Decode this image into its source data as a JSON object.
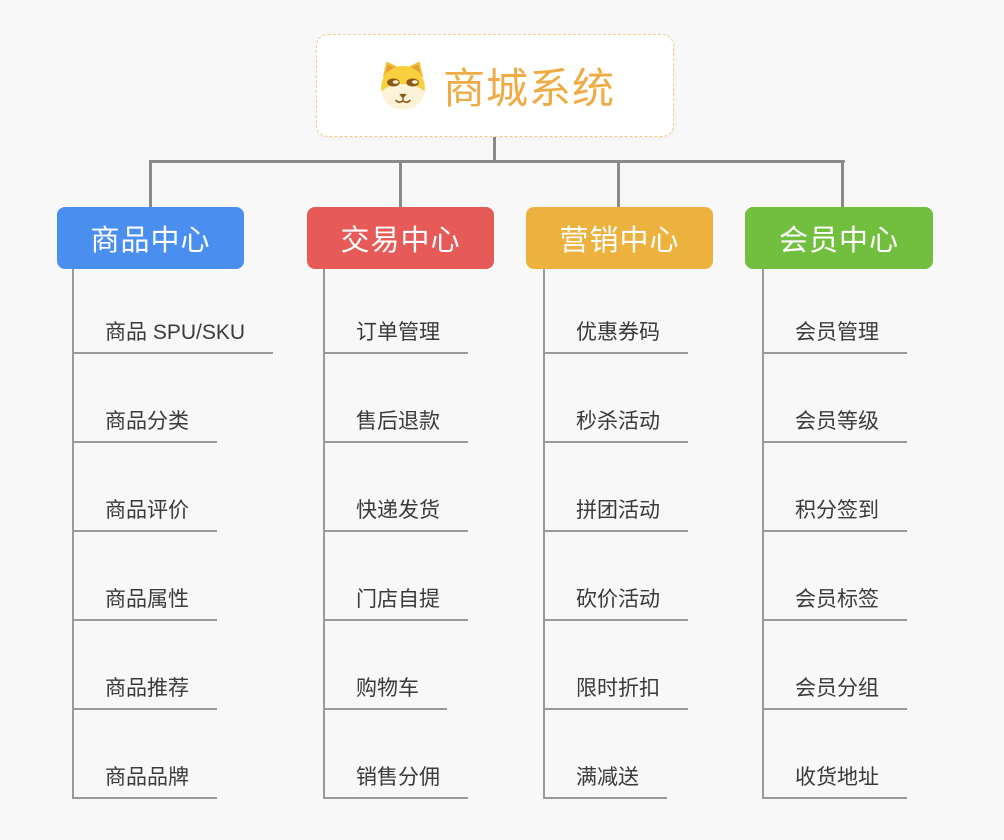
{
  "background_color": "#F8F8F8",
  "connectors": {
    "color": "#8A8A8A",
    "trunk_color": "#9A9A9A"
  },
  "leaf_line_color": "#9A9A9A",
  "root": {
    "title": "商城系统",
    "icon": "dog-face-icon",
    "text_color": "#F0AC44",
    "border_color": "#F3CD92"
  },
  "branches": [
    {
      "label": "商品中心",
      "color": "#4A8FF0",
      "children": [
        "商品 SPU/SKU",
        "商品分类",
        "商品评价",
        "商品属性",
        "商品推荐",
        "商品品牌"
      ]
    },
    {
      "label": "交易中心",
      "color": "#E65B57",
      "children": [
        "订单管理",
        "售后退款",
        "快递发货",
        "门店自提",
        "购物车",
        "销售分佣"
      ]
    },
    {
      "label": "营销中心",
      "color": "#EDB13E",
      "children": [
        "优惠券码",
        "秒杀活动",
        "拼团活动",
        "砍价活动",
        "限时折扣",
        "满减送"
      ]
    },
    {
      "label": "会员中心",
      "color": "#72BF40",
      "children": [
        "会员管理",
        "会员等级",
        "积分签到",
        "会员标签",
        "会员分组",
        "收货地址"
      ]
    }
  ]
}
